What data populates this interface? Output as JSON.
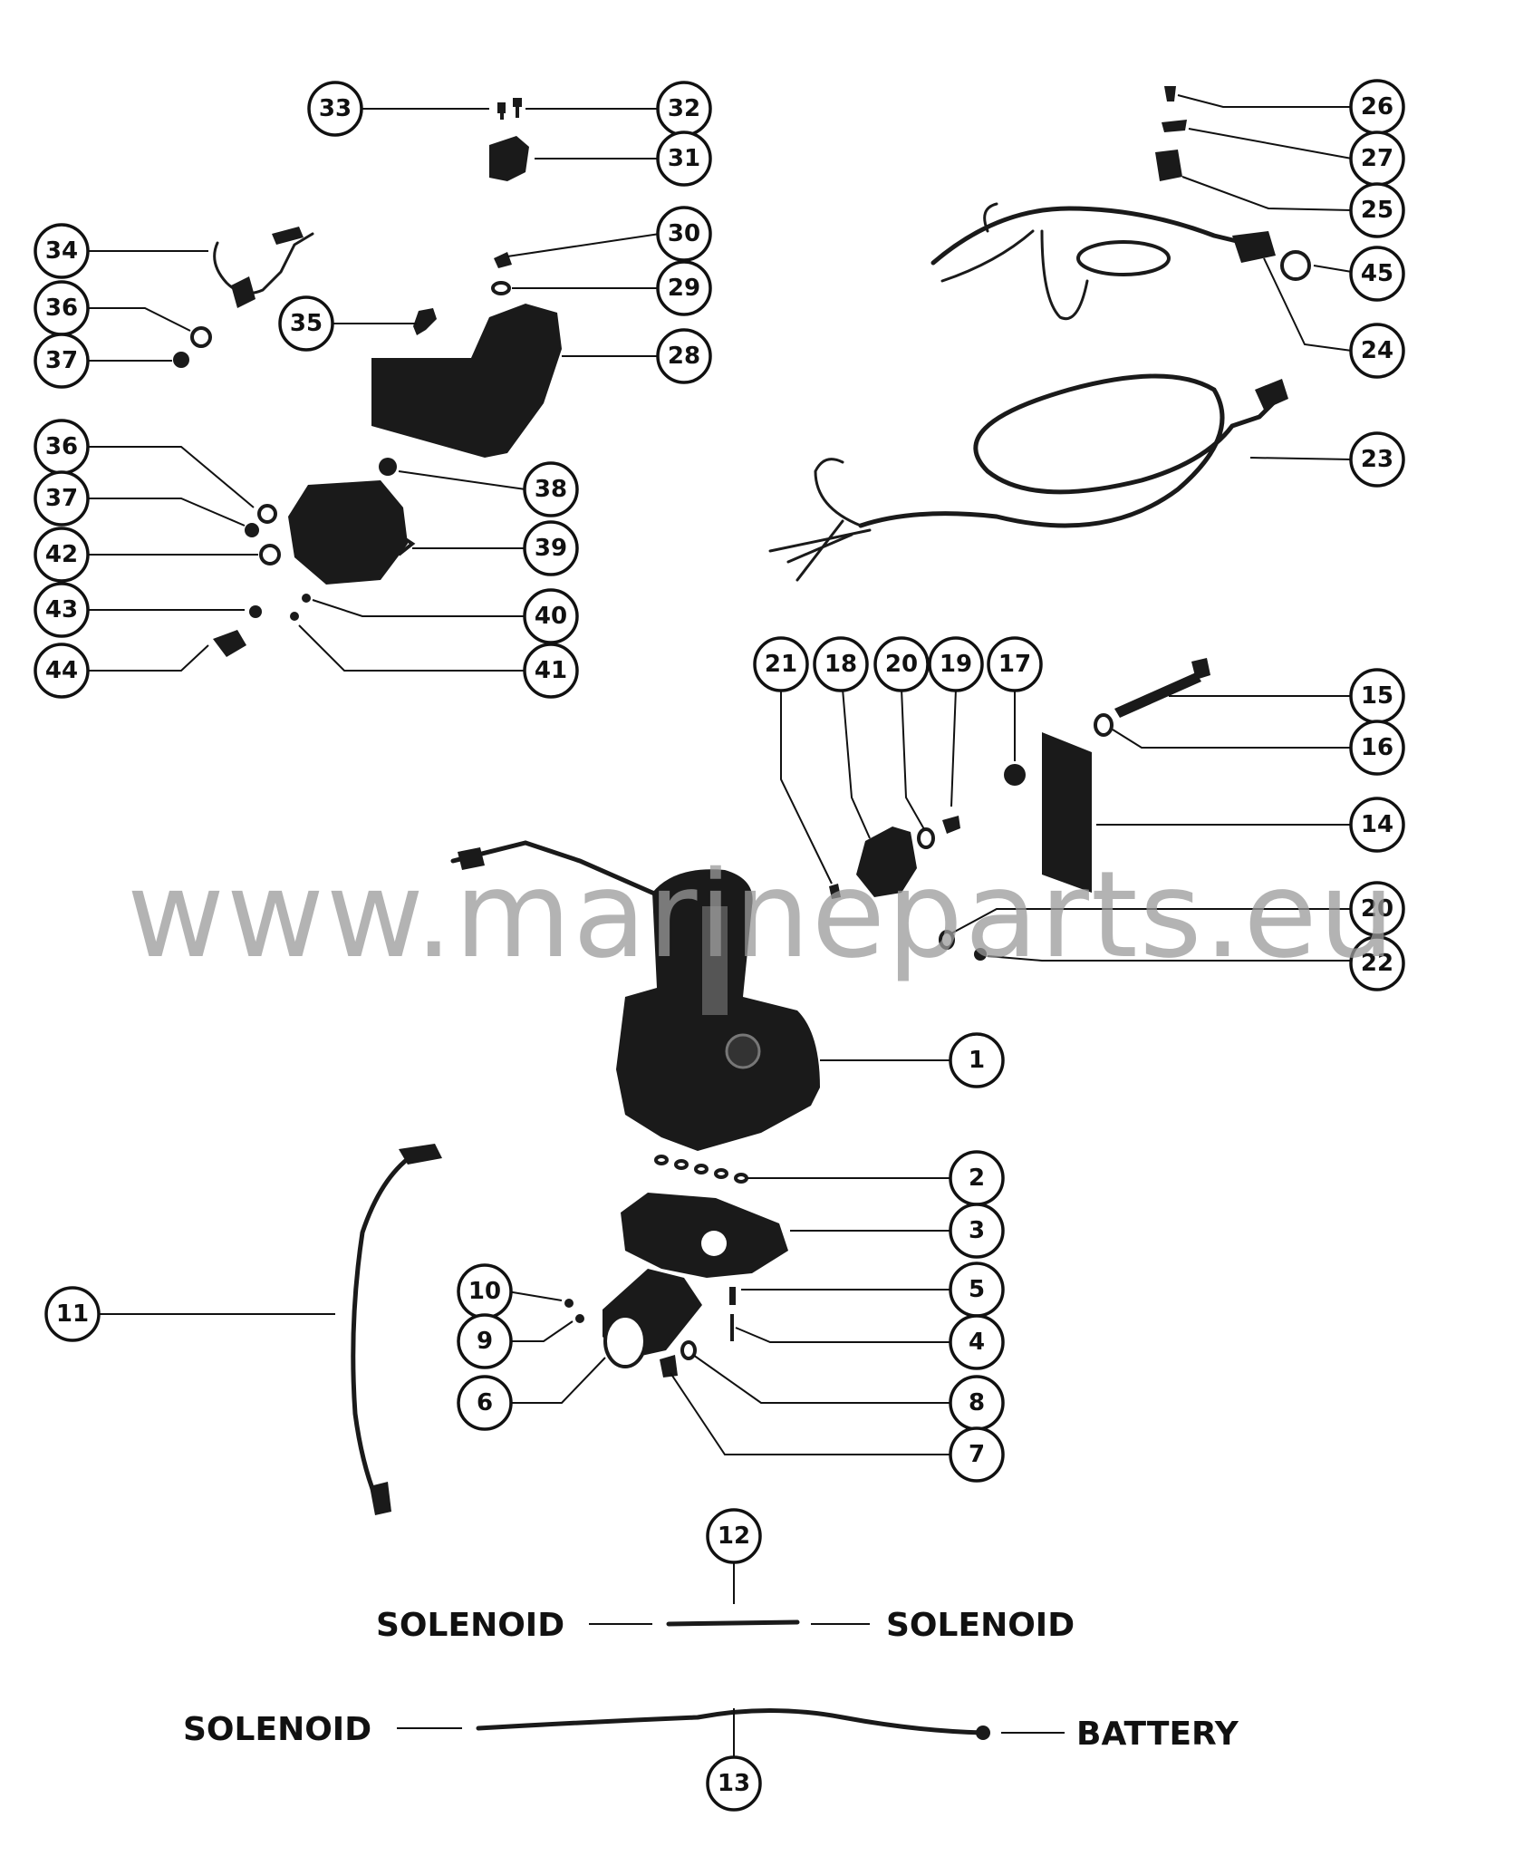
{
  "watermark": "www.marineparts.eu",
  "cable_labels": {
    "cable12_left": "SOLENOID",
    "cable12_right": "SOLENOID",
    "cable13_left": "SOLENOID",
    "cable13_right": "BATTERY"
  },
  "callouts": [
    {
      "num": "33"
    },
    {
      "num": "32"
    },
    {
      "num": "31"
    },
    {
      "num": "34"
    },
    {
      "num": "30"
    },
    {
      "num": "29"
    },
    {
      "num": "36"
    },
    {
      "num": "35"
    },
    {
      "num": "28"
    },
    {
      "num": "37"
    },
    {
      "num": "36"
    },
    {
      "num": "38"
    },
    {
      "num": "37"
    },
    {
      "num": "39"
    },
    {
      "num": "42"
    },
    {
      "num": "40"
    },
    {
      "num": "43"
    },
    {
      "num": "41"
    },
    {
      "num": "44"
    },
    {
      "num": "26"
    },
    {
      "num": "27"
    },
    {
      "num": "25"
    },
    {
      "num": "45"
    },
    {
      "num": "24"
    },
    {
      "num": "23"
    },
    {
      "num": "21"
    },
    {
      "num": "18"
    },
    {
      "num": "20"
    },
    {
      "num": "19"
    },
    {
      "num": "17"
    },
    {
      "num": "15"
    },
    {
      "num": "16"
    },
    {
      "num": "14"
    },
    {
      "num": "20"
    },
    {
      "num": "22"
    },
    {
      "num": "1"
    },
    {
      "num": "2"
    },
    {
      "num": "3"
    },
    {
      "num": "11"
    },
    {
      "num": "10"
    },
    {
      "num": "5"
    },
    {
      "num": "9"
    },
    {
      "num": "4"
    },
    {
      "num": "6"
    },
    {
      "num": "8"
    },
    {
      "num": "7"
    },
    {
      "num": "12"
    },
    {
      "num": "13"
    }
  ]
}
